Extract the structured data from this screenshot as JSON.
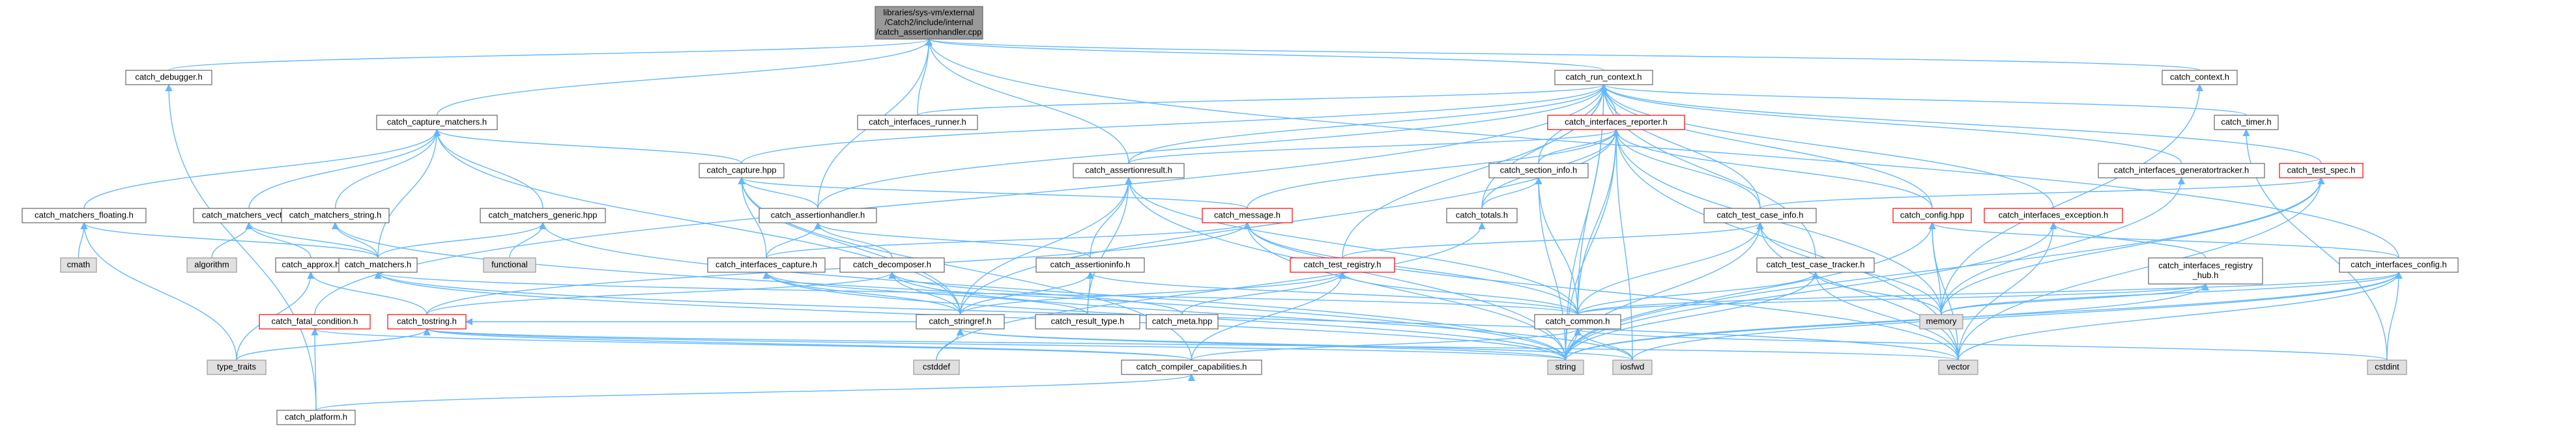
{
  "diagram": {
    "kind": "include-dependency-graph",
    "colors": {
      "edge": "#63b8ff",
      "root_fill": "#999999",
      "node_border": "#666666",
      "system_fill": "#e0e0e0",
      "incomplete_border": "#ff0000"
    },
    "nodes": [
      {
        "id": "root",
        "lines": [
          "libraries/sys-vm/external",
          "/Catch2/include/internal",
          "/catch_assertionhandler.cpp"
        ],
        "style": "root"
      },
      {
        "id": "debugger",
        "lines": [
          "catch_debugger.h"
        ],
        "style": "normal"
      },
      {
        "id": "run_context",
        "lines": [
          "catch_run_context.h"
        ],
        "style": "normal"
      },
      {
        "id": "context",
        "lines": [
          "catch_context.h"
        ],
        "style": "normal"
      },
      {
        "id": "capture_matchers",
        "lines": [
          "catch_capture_matchers.h"
        ],
        "style": "normal"
      },
      {
        "id": "interfaces_runner",
        "lines": [
          "catch_interfaces_runner.h"
        ],
        "style": "normal"
      },
      {
        "id": "interfaces_reporter",
        "lines": [
          "catch_interfaces_reporter.h"
        ],
        "style": "red"
      },
      {
        "id": "timer",
        "lines": [
          "catch_timer.h"
        ],
        "style": "normal"
      },
      {
        "id": "capture",
        "lines": [
          "catch_capture.hpp"
        ],
        "style": "normal"
      },
      {
        "id": "assertionresult",
        "lines": [
          "catch_assertionresult.h"
        ],
        "style": "normal"
      },
      {
        "id": "section_info",
        "lines": [
          "catch_section_info.h"
        ],
        "style": "normal"
      },
      {
        "id": "generatortracker",
        "lines": [
          "catch_interfaces_generatortracker.h"
        ],
        "style": "normal"
      },
      {
        "id": "test_spec",
        "lines": [
          "catch_test_spec.h"
        ],
        "style": "red"
      },
      {
        "id": "matchers_floating",
        "lines": [
          "catch_matchers_floating.h"
        ],
        "style": "normal"
      },
      {
        "id": "matchers_vector",
        "lines": [
          "catch_matchers_vector.h"
        ],
        "style": "normal"
      },
      {
        "id": "matchers_string",
        "lines": [
          "catch_matchers_string.h"
        ],
        "style": "normal"
      },
      {
        "id": "matchers_generic",
        "lines": [
          "catch_matchers_generic.hpp"
        ],
        "style": "normal"
      },
      {
        "id": "assertionhandler",
        "lines": [
          "catch_assertionhandler.h"
        ],
        "style": "normal"
      },
      {
        "id": "message",
        "lines": [
          "catch_message.h"
        ],
        "style": "red"
      },
      {
        "id": "totals",
        "lines": [
          "catch_totals.h"
        ],
        "style": "normal"
      },
      {
        "id": "test_case_info",
        "lines": [
          "catch_test_case_info.h"
        ],
        "style": "normal"
      },
      {
        "id": "config",
        "lines": [
          "catch_config.hpp"
        ],
        "style": "red"
      },
      {
        "id": "interfaces_exception",
        "lines": [
          "catch_interfaces_exception.h"
        ],
        "style": "red"
      },
      {
        "id": "cmath",
        "lines": [
          "cmath"
        ],
        "style": "sys"
      },
      {
        "id": "algorithm",
        "lines": [
          "algorithm"
        ],
        "style": "sys"
      },
      {
        "id": "approx",
        "lines": [
          "catch_approx.h"
        ],
        "style": "normal"
      },
      {
        "id": "functional",
        "lines": [
          "functional"
        ],
        "style": "sys"
      },
      {
        "id": "matchers",
        "lines": [
          "catch_matchers.h"
        ],
        "style": "normal"
      },
      {
        "id": "interfaces_capture",
        "lines": [
          "catch_interfaces_capture.h"
        ],
        "style": "normal"
      },
      {
        "id": "decomposer",
        "lines": [
          "catch_decomposer.h"
        ],
        "style": "normal"
      },
      {
        "id": "assertioninfo",
        "lines": [
          "catch_assertioninfo.h"
        ],
        "style": "normal"
      },
      {
        "id": "test_registry",
        "lines": [
          "catch_test_registry.h"
        ],
        "style": "red"
      },
      {
        "id": "test_case_tracker",
        "lines": [
          "catch_test_case_tracker.h"
        ],
        "style": "normal"
      },
      {
        "id": "registry_hub",
        "lines": [
          "catch_interfaces_registry",
          "_hub.h"
        ],
        "style": "normal"
      },
      {
        "id": "interfaces_config",
        "lines": [
          "catch_interfaces_config.h"
        ],
        "style": "normal"
      },
      {
        "id": "fatal_condition",
        "lines": [
          "catch_fatal_condition.h"
        ],
        "style": "red"
      },
      {
        "id": "tostring",
        "lines": [
          "catch_tostring.h"
        ],
        "style": "red"
      },
      {
        "id": "stringref",
        "lines": [
          "catch_stringref.h"
        ],
        "style": "normal"
      },
      {
        "id": "result_type",
        "lines": [
          "catch_result_type.h"
        ],
        "style": "normal"
      },
      {
        "id": "meta",
        "lines": [
          "catch_meta.hpp"
        ],
        "style": "normal"
      },
      {
        "id": "common",
        "lines": [
          "catch_common.h"
        ],
        "style": "normal"
      },
      {
        "id": "memory",
        "lines": [
          "memory"
        ],
        "style": "sys"
      },
      {
        "id": "type_traits",
        "lines": [
          "type_traits"
        ],
        "style": "sys"
      },
      {
        "id": "cstddef",
        "lines": [
          "cstddef"
        ],
        "style": "sys"
      },
      {
        "id": "compiler_capabilities",
        "lines": [
          "catch_compiler_capabilities.h"
        ],
        "style": "normal"
      },
      {
        "id": "string",
        "lines": [
          "string"
        ],
        "style": "sys"
      },
      {
        "id": "iosfwd",
        "lines": [
          "iosfwd"
        ],
        "style": "sys"
      },
      {
        "id": "vector",
        "lines": [
          "vector"
        ],
        "style": "sys"
      },
      {
        "id": "cstdint",
        "lines": [
          "cstdint"
        ],
        "style": "sys"
      },
      {
        "id": "platform",
        "lines": [
          "catch_platform.h"
        ],
        "style": "normal"
      }
    ],
    "edges": [
      [
        "root",
        "debugger"
      ],
      [
        "root",
        "run_context"
      ],
      [
        "root",
        "context"
      ],
      [
        "root",
        "capture_matchers"
      ],
      [
        "root",
        "interfaces_runner"
      ],
      [
        "root",
        "assertionhandler"
      ],
      [
        "root",
        "assertionresult"
      ],
      [
        "root",
        "interfaces_config"
      ],
      [
        "debugger",
        "platform"
      ],
      [
        "run_context",
        "interfaces_runner"
      ],
      [
        "run_context",
        "interfaces_reporter"
      ],
      [
        "run_context",
        "timer"
      ],
      [
        "run_context",
        "capture"
      ],
      [
        "run_context",
        "assertionresult"
      ],
      [
        "run_context",
        "section_info"
      ],
      [
        "run_context",
        "generatortracker"
      ],
      [
        "run_context",
        "test_spec"
      ],
      [
        "run_context",
        "totals"
      ],
      [
        "run_context",
        "test_case_info"
      ],
      [
        "run_context",
        "config"
      ],
      [
        "run_context",
        "interfaces_exception"
      ],
      [
        "run_context",
        "test_registry"
      ],
      [
        "run_context",
        "test_case_tracker"
      ],
      [
        "run_context",
        "fatal_condition"
      ],
      [
        "run_context",
        "common"
      ],
      [
        "run_context",
        "string"
      ],
      [
        "run_context",
        "assertionhandler"
      ],
      [
        "context",
        "memory"
      ],
      [
        "capture_matchers",
        "matchers_floating"
      ],
      [
        "capture_matchers",
        "matchers_vector"
      ],
      [
        "capture_matchers",
        "matchers_string"
      ],
      [
        "capture_matchers",
        "matchers_generic"
      ],
      [
        "capture_matchers",
        "capture"
      ],
      [
        "capture_matchers",
        "matchers"
      ],
      [
        "capture_matchers",
        "stringref"
      ],
      [
        "interfaces_reporter",
        "section_info"
      ],
      [
        "interfaces_reporter",
        "config"
      ],
      [
        "interfaces_reporter",
        "totals"
      ],
      [
        "interfaces_reporter",
        "test_case_info"
      ],
      [
        "interfaces_reporter",
        "message"
      ],
      [
        "interfaces_reporter",
        "assertionresult"
      ],
      [
        "interfaces_reporter",
        "string"
      ],
      [
        "interfaces_reporter",
        "iosfwd"
      ],
      [
        "interfaces_reporter",
        "memory"
      ],
      [
        "interfaces_reporter",
        "vector"
      ],
      [
        "interfaces_reporter",
        "common"
      ],
      [
        "interfaces_reporter",
        "stringref"
      ],
      [
        "timer",
        "cstdint"
      ],
      [
        "capture",
        "assertionhandler"
      ],
      [
        "capture",
        "message"
      ],
      [
        "capture",
        "interfaces_capture"
      ],
      [
        "capture",
        "stringref"
      ],
      [
        "capture",
        "compiler_capabilities"
      ],
      [
        "assertionresult",
        "assertioninfo"
      ],
      [
        "assertionresult",
        "result_type"
      ],
      [
        "assertionresult",
        "common"
      ],
      [
        "assertionresult",
        "stringref"
      ],
      [
        "assertionresult",
        "string"
      ],
      [
        "section_info",
        "common"
      ],
      [
        "section_info",
        "totals"
      ],
      [
        "section_info",
        "string"
      ],
      [
        "generatortracker",
        "memory"
      ],
      [
        "test_spec",
        "test_case_info"
      ],
      [
        "test_spec",
        "string"
      ],
      [
        "test_spec",
        "vector"
      ],
      [
        "test_spec",
        "memory"
      ],
      [
        "matchers_floating",
        "cmath"
      ],
      [
        "matchers_floating",
        "type_traits"
      ],
      [
        "matchers_floating",
        "matchers"
      ],
      [
        "matchers_vector",
        "algorithm"
      ],
      [
        "matchers_vector",
        "approx"
      ],
      [
        "matchers_vector",
        "matchers"
      ],
      [
        "matchers_string",
        "matchers"
      ],
      [
        "matchers_string",
        "string"
      ],
      [
        "matchers_generic",
        "functional"
      ],
      [
        "matchers_generic",
        "matchers"
      ],
      [
        "matchers_generic",
        "string"
      ],
      [
        "assertionhandler",
        "assertioninfo"
      ],
      [
        "assertionhandler",
        "decomposer"
      ],
      [
        "assertionhandler",
        "interfaces_capture"
      ],
      [
        "message",
        "interfaces_capture"
      ],
      [
        "message",
        "tostring"
      ],
      [
        "message",
        "common"
      ],
      [
        "message",
        "string"
      ],
      [
        "message",
        "vector"
      ],
      [
        "totals",
        "cstddef"
      ],
      [
        "test_case_info",
        "common"
      ],
      [
        "test_case_info",
        "test_registry"
      ],
      [
        "test_case_info",
        "string"
      ],
      [
        "test_case_info",
        "vector"
      ],
      [
        "test_case_info",
        "memory"
      ],
      [
        "config",
        "interfaces_config"
      ],
      [
        "config",
        "memory"
      ],
      [
        "config",
        "vector"
      ],
      [
        "config",
        "string"
      ],
      [
        "interfaces_exception",
        "registry_hub"
      ],
      [
        "interfaces_exception",
        "string"
      ],
      [
        "interfaces_exception",
        "vector"
      ],
      [
        "approx",
        "tostring"
      ],
      [
        "approx",
        "type_traits"
      ],
      [
        "matchers",
        "common"
      ],
      [
        "matchers",
        "string"
      ],
      [
        "matchers",
        "vector"
      ],
      [
        "interfaces_capture",
        "stringref"
      ],
      [
        "interfaces_capture",
        "result_type"
      ],
      [
        "interfaces_capture",
        "string"
      ],
      [
        "decomposer",
        "tostring"
      ],
      [
        "decomposer",
        "stringref"
      ],
      [
        "decomposer",
        "meta"
      ],
      [
        "decomposer",
        "iosfwd"
      ],
      [
        "assertioninfo",
        "result_type"
      ],
      [
        "assertioninfo",
        "stringref"
      ],
      [
        "assertioninfo",
        "common"
      ],
      [
        "test_registry",
        "common"
      ],
      [
        "test_registry",
        "stringref"
      ],
      [
        "test_registry",
        "compiler_capabilities"
      ],
      [
        "test_registry",
        "meta"
      ],
      [
        "test_case_tracker",
        "common"
      ],
      [
        "test_case_tracker",
        "string"
      ],
      [
        "test_case_tracker",
        "vector"
      ],
      [
        "test_case_tracker",
        "memory"
      ],
      [
        "registry_hub",
        "common"
      ],
      [
        "registry_hub",
        "string"
      ],
      [
        "registry_hub",
        "memory"
      ],
      [
        "interfaces_config",
        "common"
      ],
      [
        "interfaces_config",
        "iosfwd"
      ],
      [
        "interfaces_config",
        "string"
      ],
      [
        "interfaces_config",
        "vector"
      ],
      [
        "interfaces_config",
        "memory"
      ],
      [
        "interfaces_config",
        "cstdint"
      ],
      [
        "fatal_condition",
        "platform"
      ],
      [
        "fatal_condition",
        "compiler_capabilities"
      ],
      [
        "tostring",
        "type_traits"
      ],
      [
        "tostring",
        "string"
      ],
      [
        "tostring",
        "stringref"
      ],
      [
        "tostring",
        "compiler_capabilities"
      ],
      [
        "tostring",
        "vector"
      ],
      [
        "stringref",
        "cstddef"
      ],
      [
        "stringref",
        "string"
      ],
      [
        "stringref",
        "iosfwd"
      ],
      [
        "common",
        "compiler_capabilities"
      ],
      [
        "common",
        "iosfwd"
      ],
      [
        "common",
        "string"
      ],
      [
        "common",
        "cstdint"
      ],
      [
        "compiler_capabilities",
        "platform"
      ]
    ]
  }
}
